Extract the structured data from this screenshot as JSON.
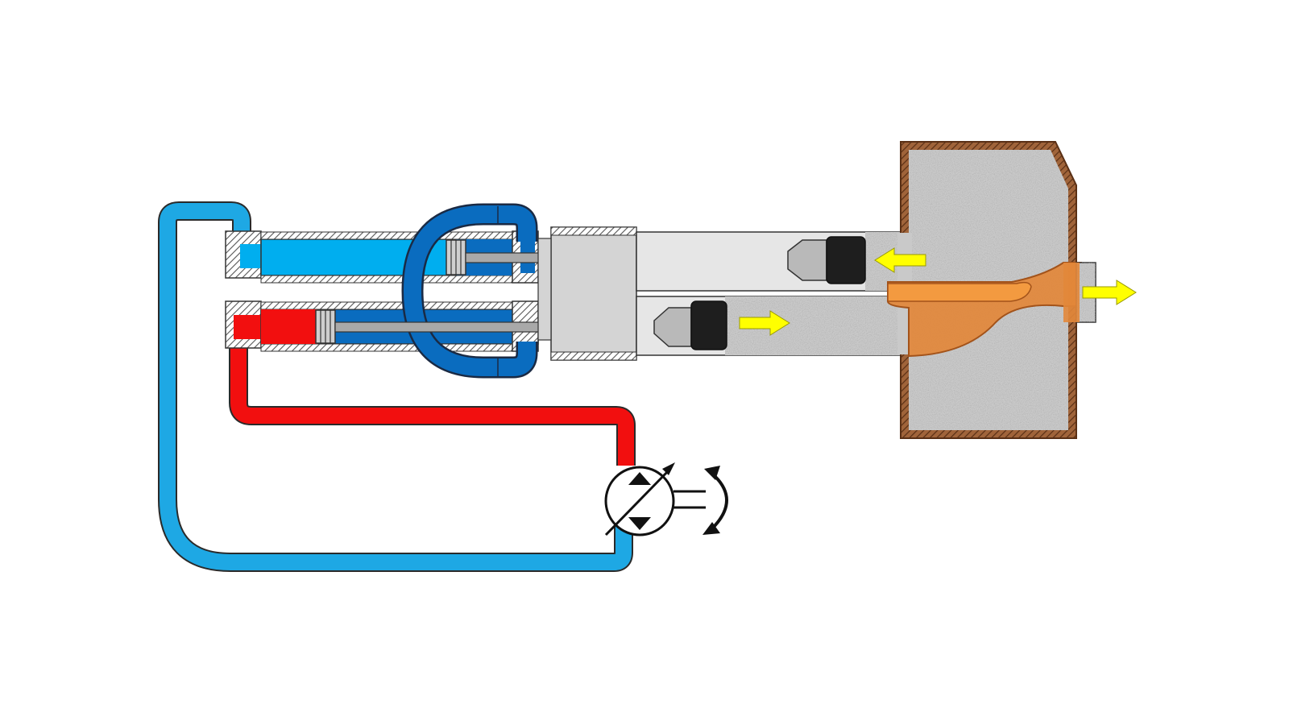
{
  "colors": {
    "background": "#ffffff",
    "return_line": "#1ea8e4",
    "return_line_dark": "#0a6cbf",
    "pressure_line": "#f20f0f",
    "cylinder_fluid": "#00aeef",
    "cylinder_body": "#d4d4d4",
    "rod": "#a9a9a9",
    "piston_dark": "#1e1e1e",
    "concrete": "#c9c9c9",
    "hopper_shell": "#8b5530",
    "swing_tube": "#e2873a",
    "flow_arrow": "#ffff00",
    "outline": "#333333"
  },
  "components": {
    "hydraulic_pump": {
      "symbol": "variable-displacement-pump"
    },
    "rotation_indicator": {
      "symbol": "curved-arrow-icon"
    },
    "flow_arrows": [
      {
        "id": "suction",
        "direction": "left"
      },
      {
        "id": "discharge",
        "direction": "right"
      },
      {
        "id": "outlet",
        "direction": "right"
      }
    ]
  }
}
